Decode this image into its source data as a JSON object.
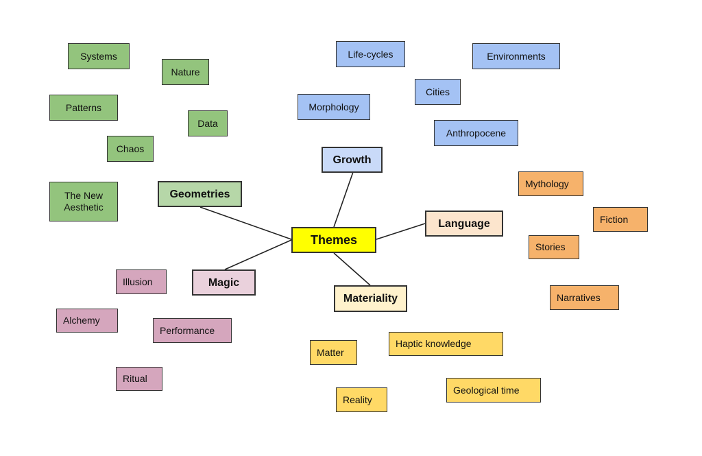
{
  "diagram": {
    "type": "mind-map",
    "center": {
      "label": "Themes",
      "color": "#ffff00"
    },
    "branches": [
      {
        "label": "Growth",
        "color": "#c9daf8",
        "item_color": "#a4c2f4",
        "items": [
          "Life-cycles",
          "Environments",
          "Cities",
          "Morphology",
          "Anthropocene"
        ]
      },
      {
        "label": "Geometries",
        "color": "#b6d7a8",
        "item_color": "#93c47d",
        "items": [
          "Systems",
          "Nature",
          "Patterns",
          "Data",
          "Chaos",
          "The New Aesthetic"
        ]
      },
      {
        "label": "Language",
        "color": "#fce5cd",
        "item_color": "#f6b26b",
        "items": [
          "Mythology",
          "Fiction",
          "Stories",
          "Narratives"
        ]
      },
      {
        "label": "Magic",
        "color": "#ead1dc",
        "item_color": "#d5a6bd",
        "items": [
          "Illusion",
          "Alchemy",
          "Performance",
          "Ritual"
        ]
      },
      {
        "label": "Materiality",
        "color": "#fff2cc",
        "item_color": "#ffd966",
        "items": [
          "Matter",
          "Haptic knowledge",
          "Reality",
          "Geological time"
        ]
      }
    ]
  }
}
